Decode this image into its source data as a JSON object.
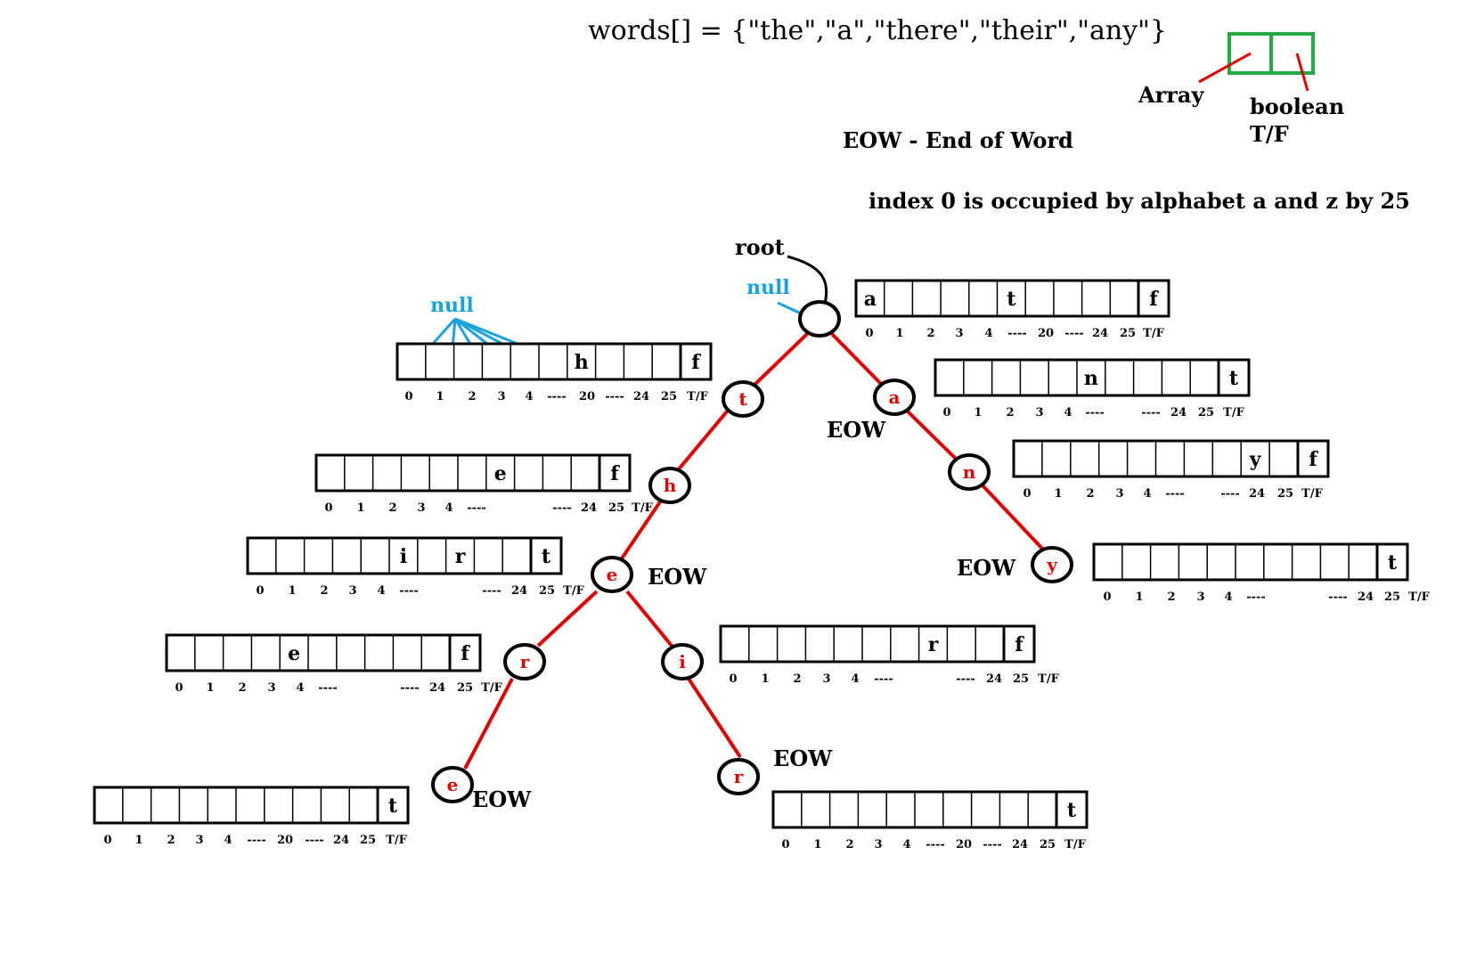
{
  "header": {
    "words_line": "words[] = {\"the\",\"a\",\"there\",\"their\",\"any\"}",
    "eow_legend": "EOW - End of Word",
    "index_note": "index 0 is occupied by alphabet a and z by 25"
  },
  "legend": {
    "array_label": "Array",
    "boolean_label": "boolean",
    "tf_label": "T/F"
  },
  "labels": {
    "root": "root",
    "null_top": "null",
    "null_left": "null",
    "eow": "EOW"
  },
  "nodes": {
    "root": "",
    "t": "t",
    "a": "a",
    "h": "h",
    "n": "n",
    "e1": "e",
    "y": "y",
    "r1": "r",
    "i": "i",
    "e2": "e",
    "r2": "r"
  },
  "arrays": [
    {
      "id": "root",
      "cells": [
        "a",
        "",
        "",
        "",
        "",
        "t",
        "",
        "",
        "",
        ""
      ],
      "flag": "f",
      "indices": [
        "0",
        "1",
        "2",
        "3",
        "4",
        "----",
        "20",
        "----",
        "24",
        "25",
        "T/F"
      ]
    },
    {
      "id": "t",
      "cells": [
        "",
        "",
        "",
        "",
        "",
        "",
        "h",
        "",
        "",
        ""
      ],
      "flag": "f",
      "indices": [
        "0",
        "1",
        "2",
        "3",
        "4",
        "----",
        "20",
        "----",
        "24",
        "25",
        "T/F"
      ]
    },
    {
      "id": "a",
      "cells": [
        "",
        "",
        "",
        "",
        "",
        "n",
        "",
        "",
        "",
        ""
      ],
      "flag": "t",
      "indices": [
        "0",
        "1",
        "2",
        "3",
        "4",
        "----",
        "----",
        "24",
        "25",
        "T/F"
      ]
    },
    {
      "id": "h",
      "cells": [
        "",
        "",
        "",
        "",
        "",
        "",
        "e",
        "",
        "",
        ""
      ],
      "flag": "f",
      "indices": [
        "0",
        "1",
        "2",
        "3",
        "4",
        "----",
        "----",
        "24",
        "25",
        "T/F"
      ]
    },
    {
      "id": "n",
      "cells": [
        "",
        "",
        "",
        "",
        "",
        "",
        "",
        "",
        "y",
        ""
      ],
      "flag": "f",
      "indices": [
        "0",
        "1",
        "2",
        "3",
        "4",
        "----",
        "----",
        "24",
        "25",
        "T/F"
      ]
    },
    {
      "id": "e1",
      "cells": [
        "",
        "",
        "",
        "",
        "",
        "i",
        "",
        "r",
        "",
        ""
      ],
      "flag": "t",
      "indices": [
        "0",
        "1",
        "2",
        "3",
        "4",
        "----",
        "----",
        "24",
        "25",
        "T/F"
      ]
    },
    {
      "id": "y",
      "cells": [
        "",
        "",
        "",
        "",
        "",
        "",
        "",
        "",
        "",
        ""
      ],
      "flag": "t",
      "indices": [
        "0",
        "1",
        "2",
        "3",
        "4",
        "----",
        "----",
        "24",
        "25",
        "T/F"
      ]
    },
    {
      "id": "r1",
      "cells": [
        "",
        "",
        "",
        "",
        "e",
        "",
        "",
        "",
        "",
        ""
      ],
      "flag": "f",
      "indices": [
        "0",
        "1",
        "2",
        "3",
        "4",
        "----",
        "----",
        "24",
        "25",
        "T/F"
      ]
    },
    {
      "id": "i",
      "cells": [
        "",
        "",
        "",
        "",
        "",
        "",
        "",
        "r",
        "",
        ""
      ],
      "flag": "f",
      "indices": [
        "0",
        "1",
        "2",
        "3",
        "4",
        "----",
        "----",
        "24",
        "25",
        "T/F"
      ]
    },
    {
      "id": "e2",
      "cells": [
        "",
        "",
        "",
        "",
        "",
        "",
        "",
        "",
        "",
        ""
      ],
      "flag": "t",
      "indices": [
        "0",
        "1",
        "2",
        "3",
        "4",
        "----",
        "20",
        "----",
        "24",
        "25",
        "T/F"
      ]
    },
    {
      "id": "r2",
      "cells": [
        "",
        "",
        "",
        "",
        "",
        "",
        "",
        "",
        "",
        ""
      ],
      "flag": "t",
      "indices": [
        "0",
        "1",
        "2",
        "3",
        "4",
        "----",
        "20",
        "----",
        "24",
        "25",
        "T/F"
      ]
    }
  ],
  "colors": {
    "edge": "#e00000",
    "node_text": "#e00000",
    "legend_box": "#22aa44",
    "null_lines": "#1aa3dd",
    "ink": "#000000"
  }
}
